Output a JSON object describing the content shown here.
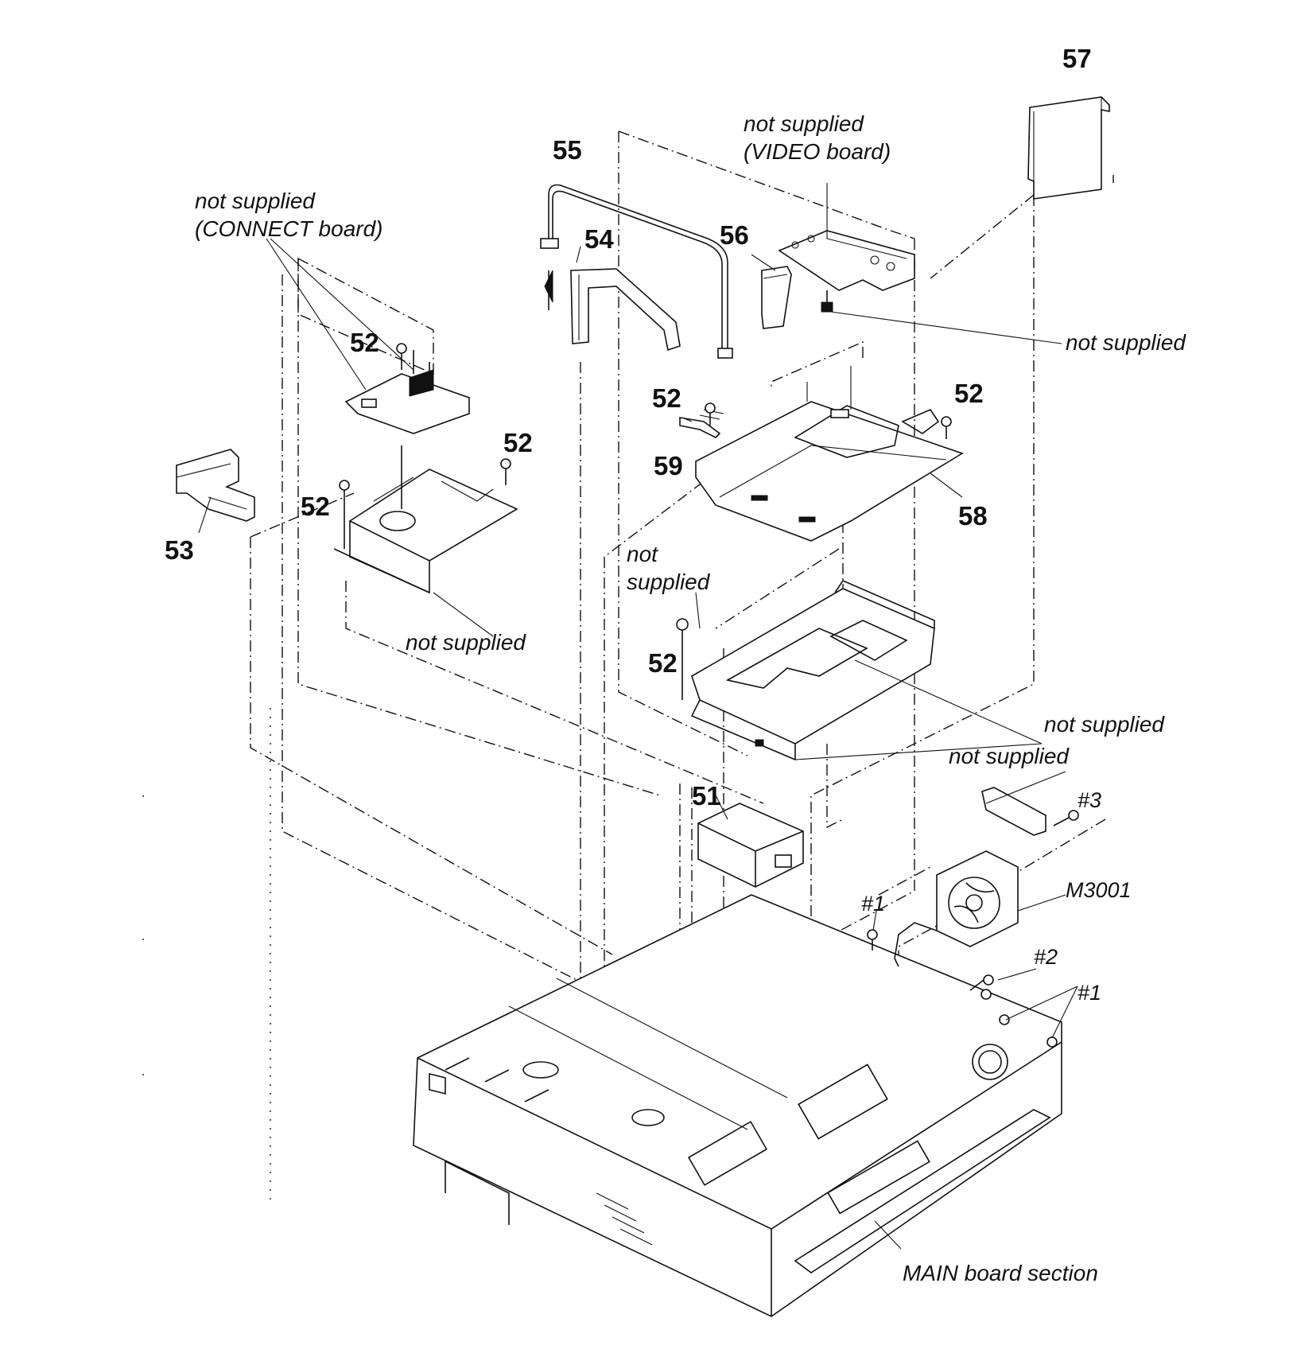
{
  "labels": {
    "p51": "51",
    "p52": "52",
    "p53": "53",
    "p54": "54",
    "p55": "55",
    "p56": "56",
    "p57": "57",
    "p58": "58",
    "p59": "59",
    "not_supplied": "not supplied",
    "not": "not",
    "supplied": "supplied",
    "video_board": "(VIDEO board)",
    "connect_board": "(CONNECT board)",
    "m3001": "M3001",
    "s1": "#1",
    "s2": "#2",
    "s3": "#3",
    "main_board": "MAIN board section"
  }
}
